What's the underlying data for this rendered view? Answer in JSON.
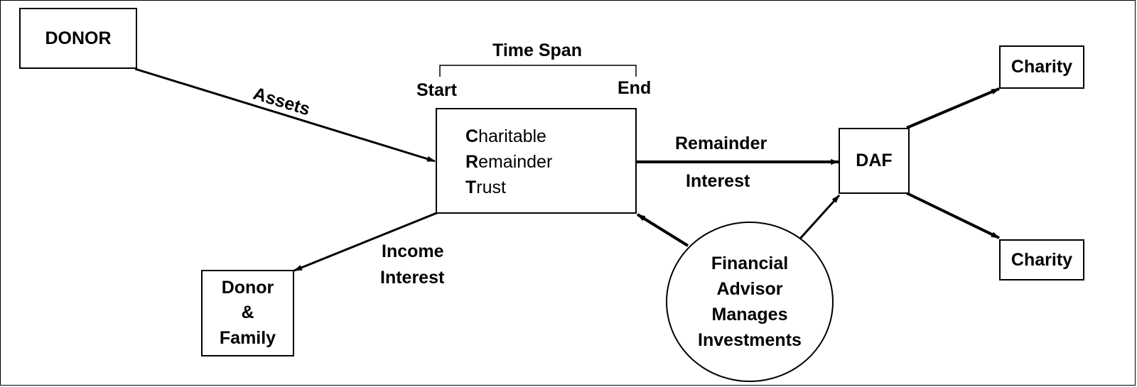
{
  "nodes": {
    "donor": "DONOR",
    "trust": [
      {
        "initial": "C",
        "rest": "haritable"
      },
      {
        "initial": "R",
        "rest": "emainder"
      },
      {
        "initial": "T",
        "rest": "rust"
      }
    ],
    "daf": "DAF",
    "charity_top": "Charity",
    "charity_bottom": "Charity",
    "donor_family": [
      "Donor",
      "&",
      "Family"
    ],
    "advisor": [
      "Financial",
      "Advisor",
      "Manages",
      "Investments"
    ]
  },
  "time_span": {
    "title": "Time Span",
    "start": "Start",
    "end": "End"
  },
  "edges": {
    "assets": "Assets",
    "remainder": "Remainder",
    "interest": "Interest",
    "income": "Income",
    "income_interest": "Interest"
  },
  "colors": {
    "stroke": "#000000",
    "background": "#ffffff"
  }
}
